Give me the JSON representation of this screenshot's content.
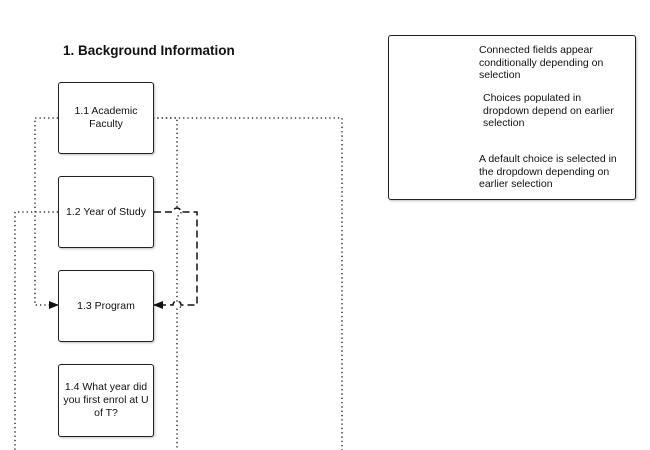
{
  "section": {
    "title": "1. Background Information"
  },
  "nodes": [
    {
      "id": "academic-faculty",
      "label": "1.1 Academic\nFaculty"
    },
    {
      "id": "year-of-study",
      "label": "1.2 Year of Study"
    },
    {
      "id": "program",
      "label": "1.3 Program"
    },
    {
      "id": "first-enrol-year",
      "label": "1.4 What year did\nyou first enrol at U\nof T?"
    }
  ],
  "legend": {
    "items": [
      {
        "line_style": "dashed",
        "text": "Connected fields appear\nconditionally depending on\nselection"
      },
      {
        "line_style": "dotted",
        "text": "Choices populated in\ndropdown depend on earlier\nselection"
      },
      {
        "line_style": "solid",
        "text": "A default choice is selected in\nthe dropdown depending on\nearlier selection"
      }
    ]
  },
  "colors": {
    "line": "#111111",
    "box_border": "#222222",
    "background": "#ffffff"
  }
}
